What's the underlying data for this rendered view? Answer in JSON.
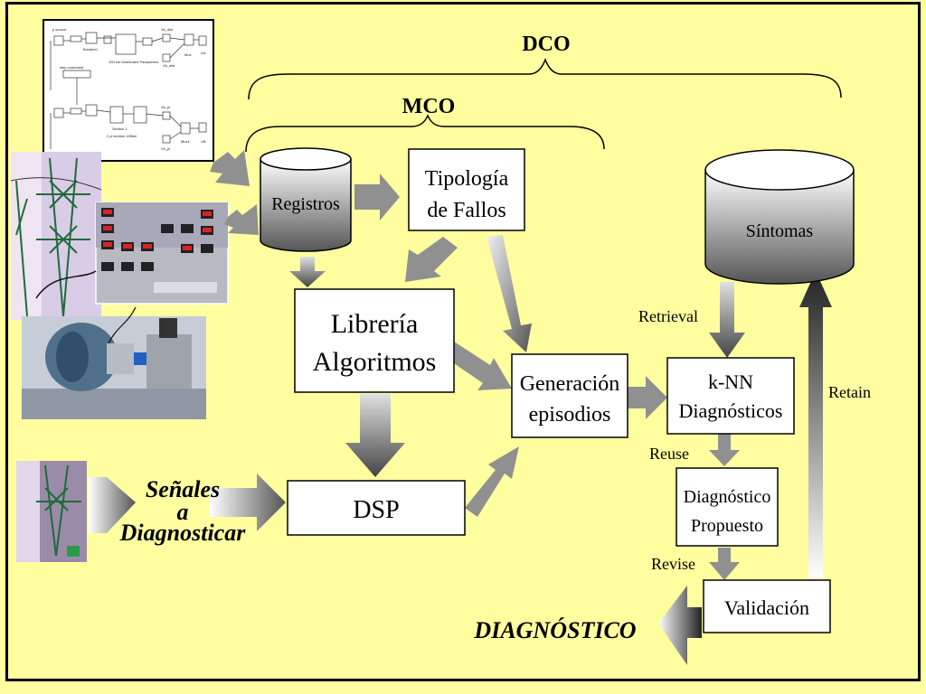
{
  "diagram": {
    "braces": {
      "outer": "DCO",
      "inner": "MCO"
    },
    "nodes": {
      "registros": "Registros",
      "tipologia": [
        "Tipología",
        "de Fallos"
      ],
      "libreria": [
        "Librería",
        "Algoritmos"
      ],
      "generacion": [
        "Generación",
        "episodios"
      ],
      "dsp": "DSP",
      "sintomas": "Síntomas",
      "knn": [
        "k-NN",
        "Diagnósticos"
      ],
      "propuesto": [
        "Diagnóstico",
        "Propuesto"
      ],
      "validacion": "Validación"
    },
    "edge_labels": {
      "retrieval": "Retrieval",
      "reuse": "Reuse",
      "revise": "Revise",
      "retain": "Retain"
    },
    "inputs": {
      "senales": [
        "Señales",
        "a",
        "Diagnosticar"
      ]
    },
    "output": "DIAGNÓSTICO"
  },
  "simulink": {
    "labels": [
      "p source",
      "Breaker1",
      "100 km Distributed Parameters",
      "step command",
      "Va_dist",
      "Vb_dist",
      "Mux",
      "UA",
      "Section 1",
      "2 pi section 100km",
      "Va_pi",
      "Vb_pi",
      "Mux1",
      "UB"
    ]
  },
  "colors": {
    "background": "#ffffa0",
    "arrow_gray": "#909090",
    "box": "#ffffff"
  }
}
